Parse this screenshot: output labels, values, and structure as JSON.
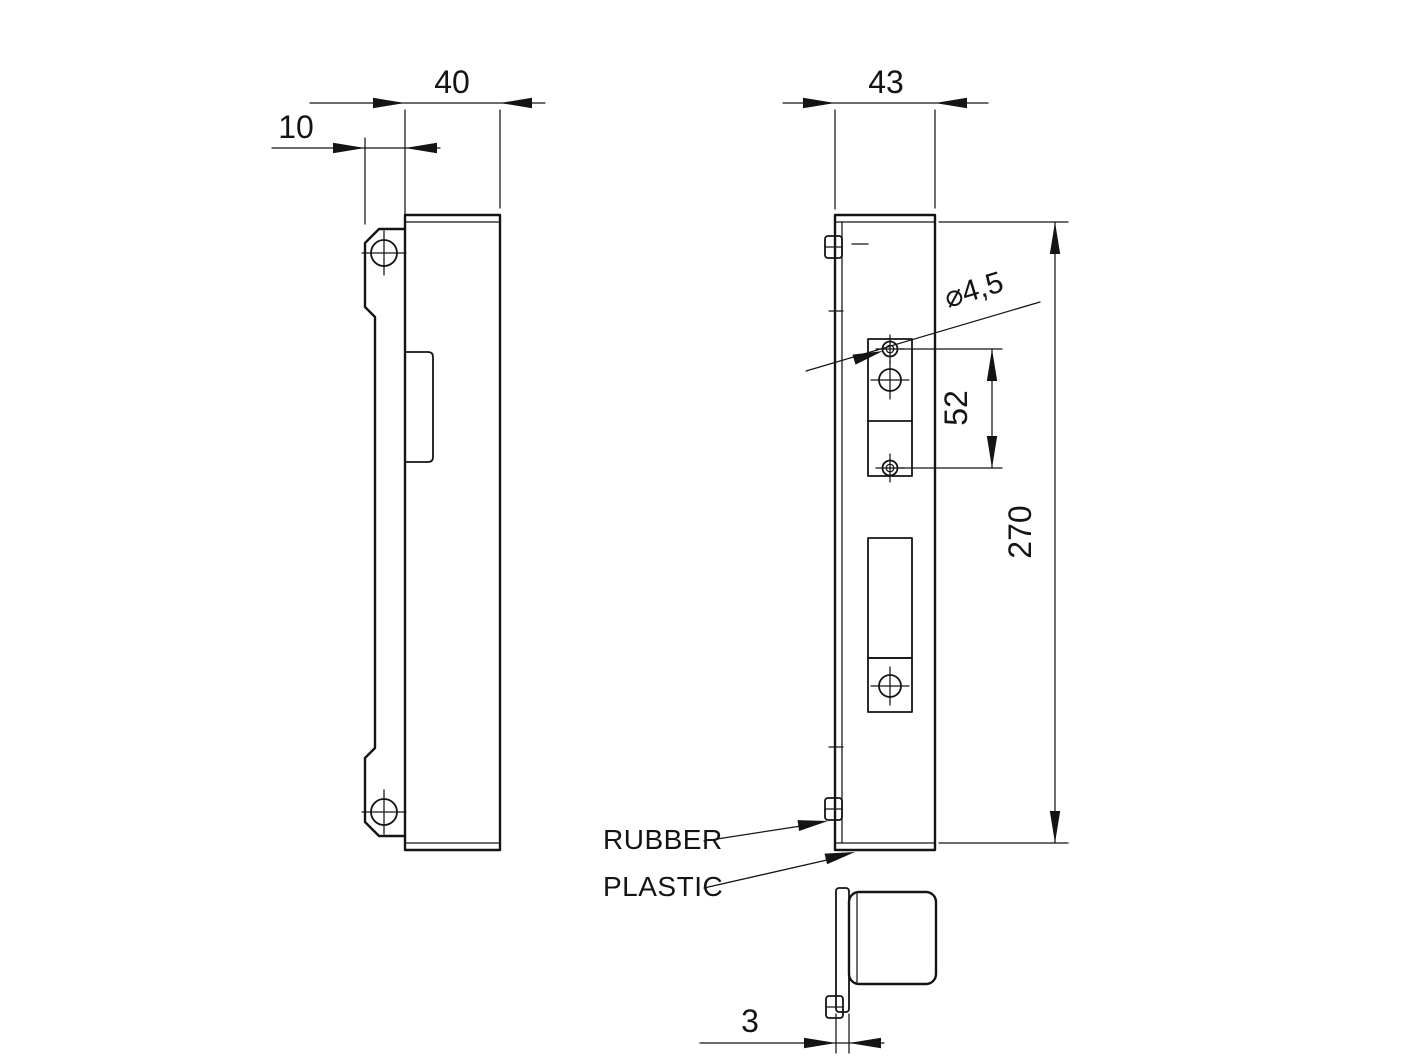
{
  "drawing": {
    "colors": {
      "line": "#141414",
      "background": "#ffffff"
    },
    "side_view": {
      "dim_width": "40",
      "dim_plate_offset": "10"
    },
    "front_view": {
      "dim_width": "43",
      "dim_height": "270",
      "dim_hole_spacing": "52",
      "dim_hole_diameter": "⌀4,5",
      "label_rubber": "RUBBER",
      "label_plastic": "PLASTIC"
    },
    "detail_view": {
      "dim_thickness": "3"
    }
  }
}
